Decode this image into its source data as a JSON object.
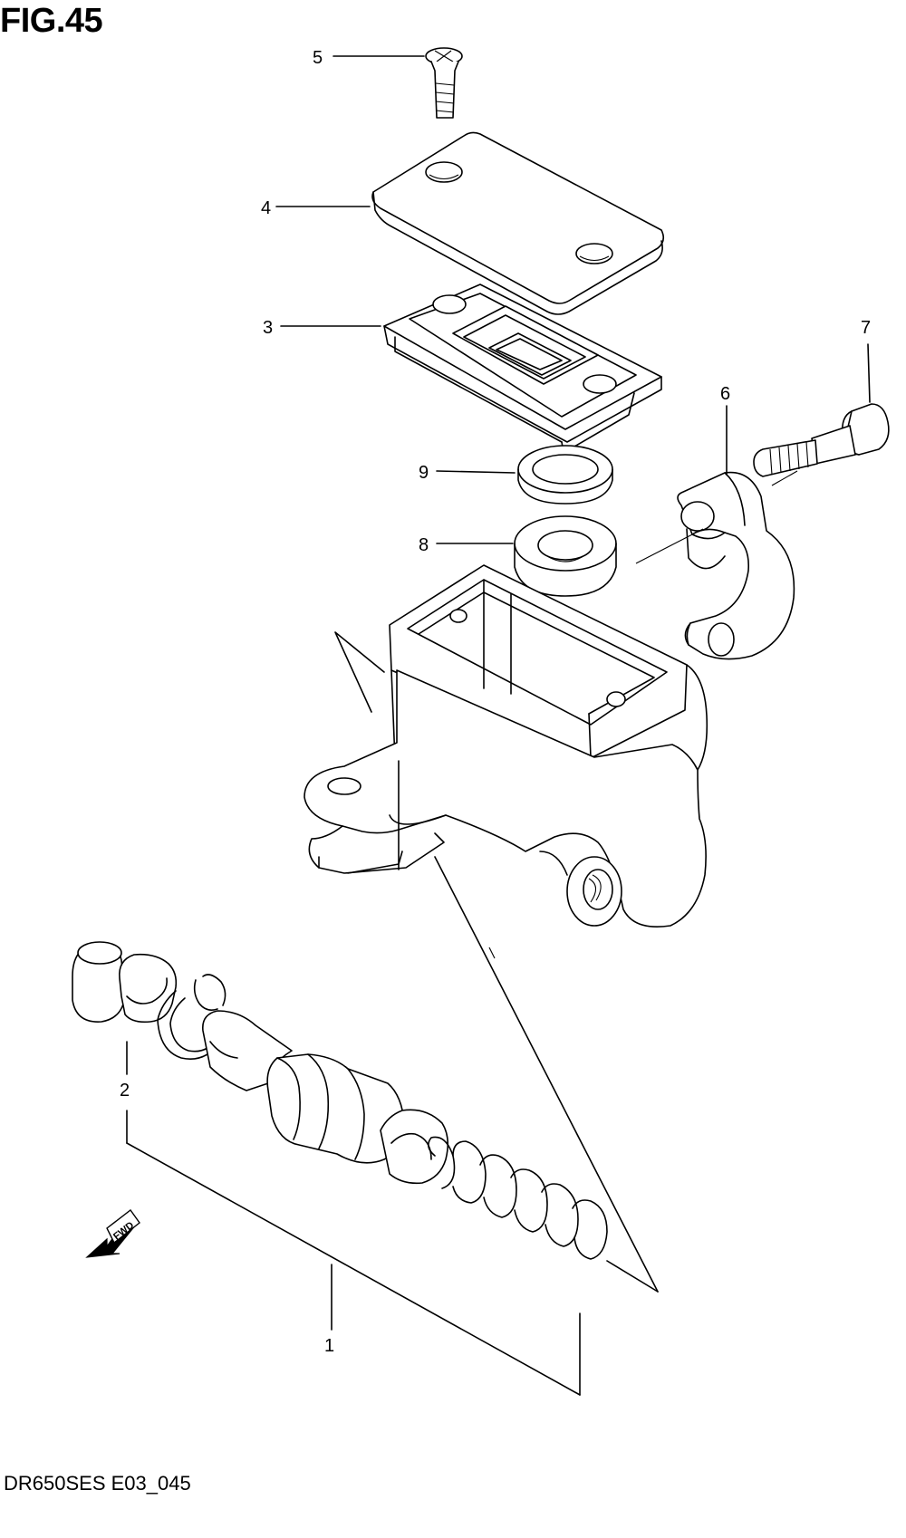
{
  "figure": {
    "title": "FIG.45",
    "code": "DR650SES E03_045",
    "fwd_label": "FWD"
  },
  "callouts": [
    {
      "id": "5",
      "label": "5"
    },
    {
      "id": "4",
      "label": "4"
    },
    {
      "id": "3",
      "label": "3"
    },
    {
      "id": "7",
      "label": "7"
    },
    {
      "id": "6",
      "label": "6"
    },
    {
      "id": "9",
      "label": "9"
    },
    {
      "id": "8",
      "label": "8"
    },
    {
      "id": "2",
      "label": "2"
    },
    {
      "id": "1",
      "label": "1"
    }
  ],
  "icons": {
    "fwd_arrow": "fwd-arrow-icon"
  }
}
